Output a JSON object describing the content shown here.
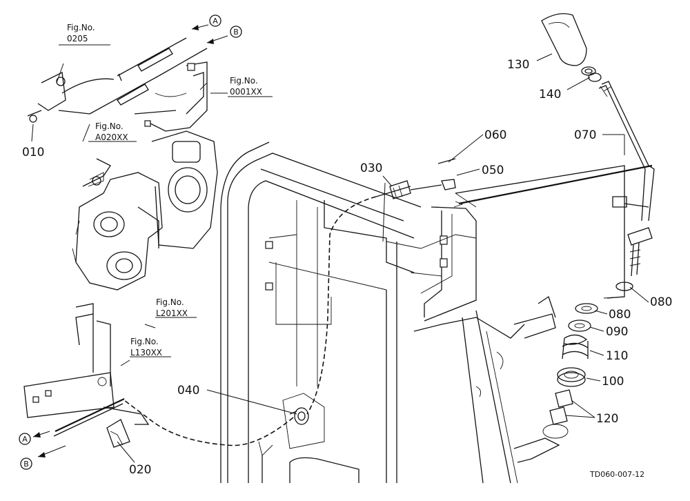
{
  "part_numbers": {
    "p010": "010",
    "p020": "020",
    "p030": "030",
    "p040": "040",
    "p050": "050",
    "p060": "060",
    "p070": "070",
    "p080a": "080",
    "p080b": "080",
    "p090": "090",
    "p100": "100",
    "p110": "110",
    "p120": "120",
    "p130": "130",
    "p140": "140"
  },
  "figure_refs": {
    "fig0205": {
      "label": "Fig.No.",
      "number": "0205"
    },
    "fig0001": {
      "label": "Fig.No.",
      "number": "0001XX"
    },
    "figA020": {
      "label": "Fig.No.",
      "number": "A020XX"
    },
    "figL201": {
      "label": "Fig.No.",
      "number": "L201XX"
    },
    "figL130": {
      "label": "Fig.No.",
      "number": "L130XX"
    }
  },
  "markers": {
    "a_top": "A",
    "b_top": "B",
    "a_bottom": "A",
    "b_bottom": "B"
  },
  "drawing_code": "TD060-007-12"
}
